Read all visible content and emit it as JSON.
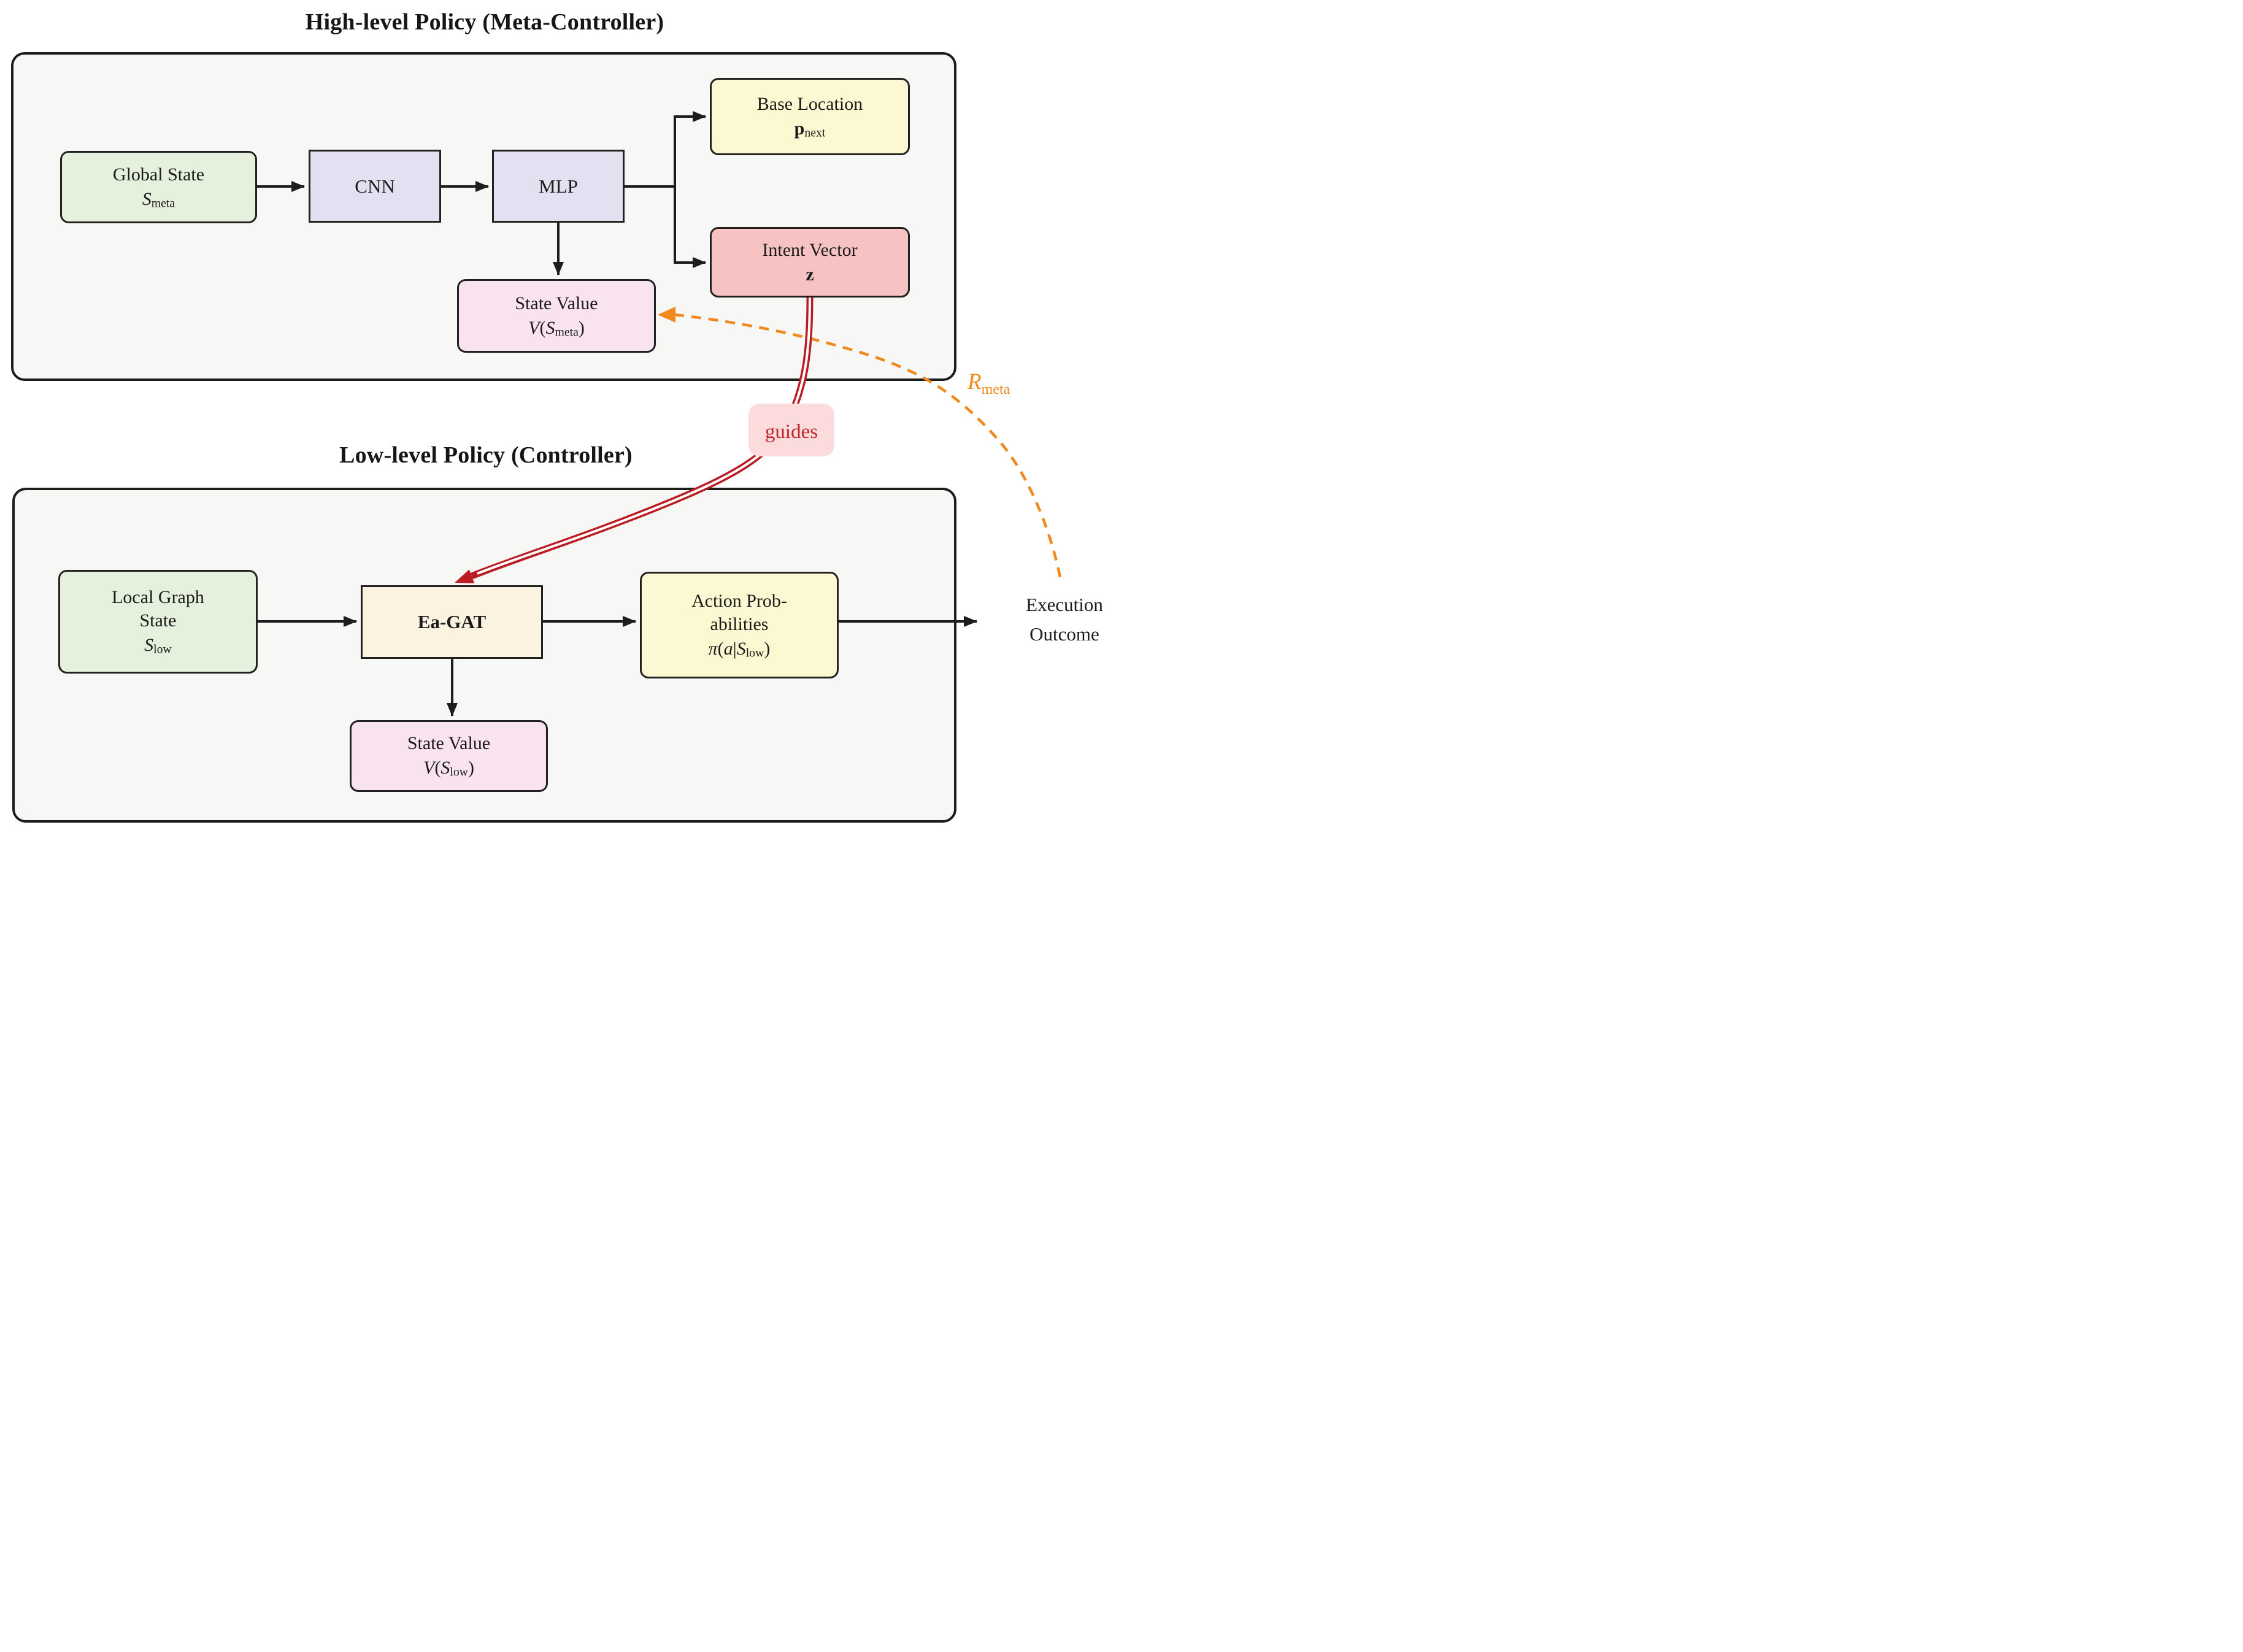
{
  "titles": {
    "high": "High-level Policy (Meta-Controller)",
    "low": "Low-level Policy (Controller)"
  },
  "high": {
    "global_state": {
      "line1": "Global State",
      "sym": "S",
      "sub": "meta"
    },
    "cnn": {
      "label": "CNN"
    },
    "mlp": {
      "label": "MLP"
    },
    "base_location": {
      "line1": "Base Location",
      "sym": "p",
      "sub": "next"
    },
    "intent_vector": {
      "line1": "Intent Vector",
      "sym": "z"
    },
    "state_value": {
      "line1": "State Value",
      "fn": "V",
      "open": "(",
      "sym": "S",
      "sub": "meta",
      "close": ")"
    }
  },
  "low": {
    "local_graph_state": {
      "line1": "Local Graph",
      "line2": "State",
      "sym": "S",
      "sub": "low"
    },
    "ea_gat": {
      "label": "Ea-GAT"
    },
    "action_probabilities": {
      "line1": "Action Prob-",
      "line2": "abilities",
      "fn": "π",
      "open": "(",
      "arg": "a",
      "bar": "|",
      "sym": "S",
      "sub": "low",
      "close": ")"
    },
    "state_value": {
      "line1": "State Value",
      "fn": "V",
      "open": "(",
      "sym": "S",
      "sub": "low",
      "close": ")"
    }
  },
  "annotations": {
    "guides": "guides",
    "r_meta": {
      "sym": "R",
      "sub": "meta"
    },
    "execution_outcome": {
      "line1": "Execution",
      "line2": "Outcome"
    }
  },
  "colors": {
    "container_fill": "#f7f7f6",
    "outline": "#1d1d1b",
    "green": "#e5f1dc",
    "lavender": "#e1e1f1",
    "yellow": "#fbf8d2",
    "salmon": "#f6c3c2",
    "pale_pink": "#f8e3ee",
    "cream": "#fcf2e1",
    "guides_chip": "#fbdbdb",
    "red": "#bb1b23",
    "orange": "#f0891e"
  }
}
